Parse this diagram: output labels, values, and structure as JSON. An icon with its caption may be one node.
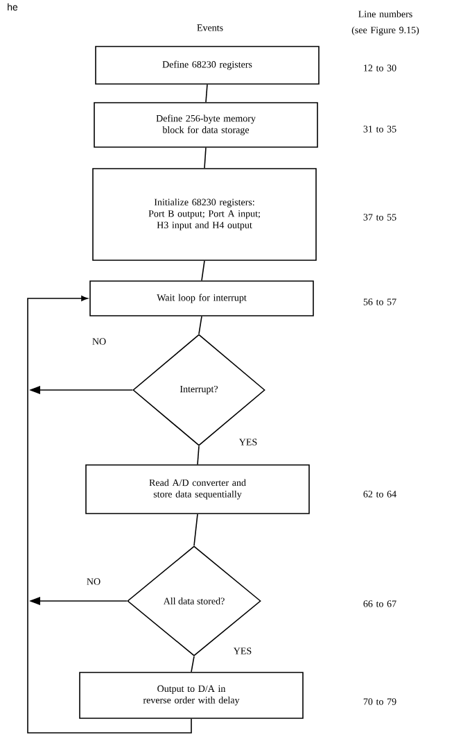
{
  "diagram": {
    "nodes": [
      {
        "text": [
          "Define 68230 registers"
        ]
      },
      {
        "text": [
          "Define 256-byte memory block for data storage"
        ]
      },
      {
        "text": [
          "Initialize 68230 registers: Port B output; Port A input; H3 input and H4 output"
        ]
      },
      {
        "text": [
          "Wait loop for interrupt"
        ]
      },
      {
        "text": [
          "Interrupt?"
        ]
      },
      {
        "text": [
          "Read A/D converter and store data sequentially"
        ]
      },
      {
        "text": [
          "All data stored?"
        ]
      },
      {
        "text": [
          "Output to D/A in reverse order with delay"
        ]
      }
    ],
    "edges": [
      {
        "from": 0,
        "to": 1,
        "arrow": "none"
      },
      {
        "from": 1,
        "to": 2,
        "arrow": "none"
      },
      {
        "from": 2,
        "to": 3,
        "arrow": "none"
      },
      {
        "from": 3,
        "to": 4,
        "arrow": "none"
      },
      {
        "from": 4,
        "to": 5,
        "arrow": "none",
        "label": "YES"
      },
      {
        "from": 5,
        "to": 6,
        "arrow": "none"
      },
      {
        "from": 6,
        "to": 7,
        "arrow": "none",
        "label": "YES"
      },
      {
        "from": 4,
        "to": null,
        "arrow": "to",
        "label": "NO"
      },
      {
        "from": 6,
        "to": null,
        "arrow": "to",
        "label": "NO"
      },
      {
        "from": 7,
        "to": 3,
        "arrow": "to"
      }
    ],
    "labels": [
      "he",
      "Events",
      "Line numbers (see Figure 9.15)",
      "12 to 30",
      "31 to 35",
      "37 to 55",
      "56 to 57",
      "62 to 64",
      "66 to 67",
      "70 to 79"
    ]
  }
}
